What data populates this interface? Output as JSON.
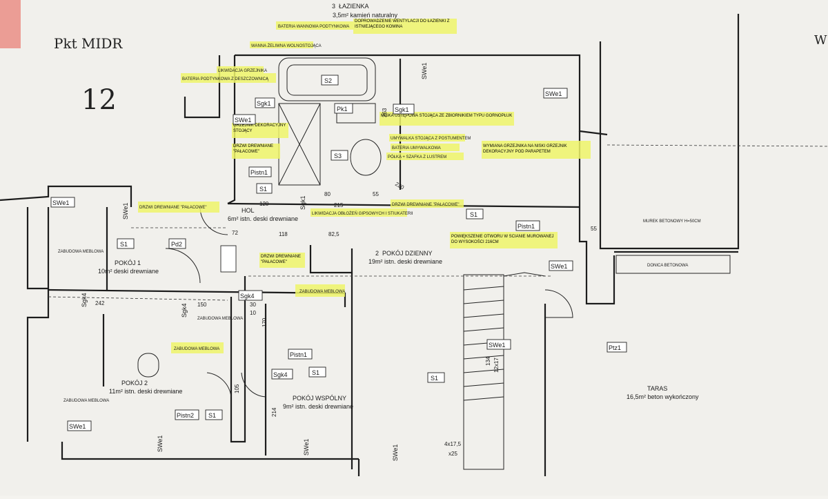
{
  "handwritten": {
    "note_top": "Pkt MIDR",
    "number": "12",
    "corner": "W"
  },
  "rooms": {
    "bath_num": "3",
    "bath_name": "ŁAZIENKA",
    "bath_area": "3,5m² kamień naturalny",
    "hall": "HOL",
    "hall_area": "6m² istn. deski drewniane",
    "living_num": "2",
    "living_name": "POKÓJ DZIENNY",
    "living_area": "19m² istn. deski drewniane",
    "room1": "POKÓJ 1",
    "room1_area": "10m² deski drewniane",
    "room2": "POKÓJ 2",
    "room2_area": "11m² istn. deski drewniane",
    "common": "POKÓJ WSPÓLNY",
    "common_area": "9m² istn. deski drewniane",
    "terrace": "TARAS",
    "terrace_area": "16,5m² beton wykończony"
  },
  "notes": {
    "bateria_wannowa": "BATERIA WANNOWA PODTYNKOWA",
    "doprowadzenie": "DOPROWADZENIE WENTYLACJI DO ŁAZIENKI Z ISTNIEJĄCEGO KOMINA",
    "wanna": "WANNA ŻELIWNA WOLNOSTOJĄCA",
    "likwidacja_grzejnika": "LIKWIDACJA GRZEJNIKA",
    "bateria_podtynkowa": "BATERIA PODTYNKOWA Z DESZCZOWNICĄ",
    "grzejnik_dekoracyjny": "GRZEJNIK DEKORACYJNY STOJĄCY",
    "drzwi_hol": "DRZWI DREWNIANE \"PAŁACOWE\"",
    "miska": "MISKA USTĘPOWA STOJĄCA ZE ZBIORNIKIEM TYPU GÓRNOPŁUK",
    "umywalka": "UMYWALKA STOJĄCA Z POSTUMENTEM",
    "bateria_umywalkowa": "BATERIA UMYWALKOWA",
    "polka": "PÓŁKA + SZAFKA Z LUSTREM",
    "wymiana": "WYMIANA GRZEJNIKA NA NISKI GRZEJNIK DEKORACYJNY POD PARAPETEM",
    "drzwi_lewe": "DRZWI DREWNIANE \"PAŁACOWE\"",
    "likwidacja_oblozen": "LIKWIDACJA OBŁOŻEŃ GIPSOWYCH I STIUKATERII",
    "drzwi_prawe": "DRZWI DREWNIANE \"PAŁACOWE\"",
    "powiekszenie": "POWIĘKSZENIE OTWORU W ŚCIANIE MUROWANEJ DO WYSOKOŚCI 216CM",
    "drzwi_palacowe": "DRZWI DREWNIANE \"PAŁACOWE\"",
    "zabudowa_hol": "ZABUDOWA MEBLOWA",
    "zabudowa_srodek": "ZABUDOWA MEBLOWA",
    "zabudowa_p1": "ZABUDOWA MEBLOWA",
    "zabudowa_p2": "ZABUDOWA MEBLOWA",
    "zabudowa_meblowa": "ZABUDOWA MEBLOWA",
    "murek": "MUREK BETONOWY H=50CM",
    "donica": "DONICA BETONOWA"
  },
  "symbols": {
    "s1": "S1",
    "s2": "S2",
    "s3": "S3",
    "pk1": "Pk1",
    "sgk1": "Sgk1",
    "sgk4": "Sgk4",
    "swe1": "SWe1",
    "pistn1": "Pistn1",
    "pistn2": "Pistn2",
    "pd2": "Pd2",
    "ptz1": "Ptz1"
  },
  "dims": {
    "d120": "120",
    "d215": "215",
    "d72": "72",
    "d118": "118",
    "d825": "82,5",
    "d80": "80",
    "d55": "55",
    "d220": "220",
    "d242": "242",
    "d150": "150",
    "d30": "30",
    "d10": "10",
    "d170": "170",
    "d105": "105",
    "d214": "214",
    "d55b": "55",
    "stairs": "4x17,5",
    "x25": "x25",
    "d1217": "12x17",
    "d134": "134",
    "d263": "263"
  }
}
